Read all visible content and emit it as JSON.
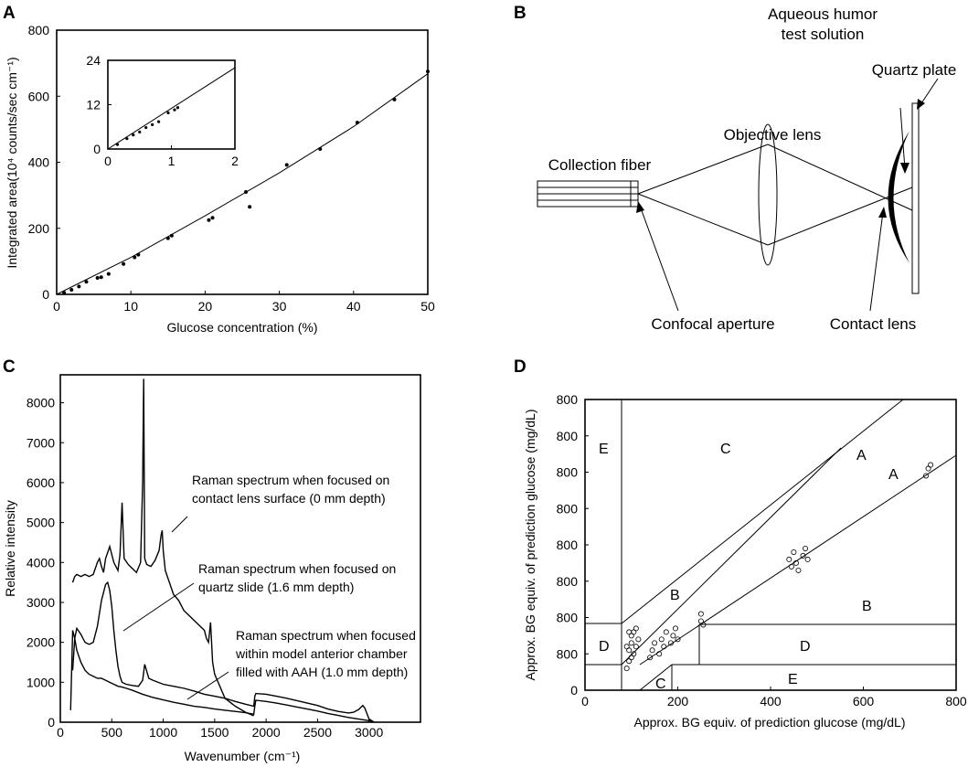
{
  "panel_letters": {
    "a": "A",
    "b": "B",
    "c": "C",
    "d": "D"
  },
  "chart_data": [
    {
      "id": "A",
      "type": "scatter",
      "xlabel": "Glucose concentration (%)",
      "ylabel": "Integrated area(10⁴ counts/sec cm⁻¹)",
      "xlim": [
        0,
        50
      ],
      "ylim": [
        0,
        800
      ],
      "xticks": [
        "0",
        "10",
        "20",
        "30",
        "40",
        "50"
      ],
      "yticks": [
        "0",
        "200",
        "400",
        "600",
        "800"
      ],
      "points": [
        [
          1,
          5
        ],
        [
          2,
          14
        ],
        [
          3,
          24
        ],
        [
          4,
          38
        ],
        [
          5.5,
          50
        ],
        [
          6,
          52
        ],
        [
          7,
          62
        ],
        [
          9,
          92
        ],
        [
          10.5,
          112
        ],
        [
          11,
          120
        ],
        [
          15,
          170
        ],
        [
          15.5,
          178
        ],
        [
          20.5,
          225
        ],
        [
          21,
          232
        ],
        [
          25.5,
          310
        ],
        [
          26,
          265
        ],
        [
          31,
          392
        ],
        [
          35.5,
          440
        ],
        [
          40.5,
          520
        ],
        [
          45.5,
          590
        ],
        [
          50,
          675
        ]
      ],
      "fit": [
        [
          0,
          0
        ],
        [
          10,
          112
        ],
        [
          20,
          238
        ],
        [
          30,
          368
        ],
        [
          40,
          508
        ],
        [
          50,
          668
        ]
      ],
      "grid": false,
      "inset": {
        "xlim": [
          0,
          2
        ],
        "ylim": [
          0,
          24
        ],
        "xticks": [
          "0",
          "1",
          "2"
        ],
        "yticks": [
          "0",
          "12",
          "24"
        ],
        "points": [
          [
            0.15,
            1.2
          ],
          [
            0.3,
            2.8
          ],
          [
            0.4,
            3.8
          ],
          [
            0.5,
            4.6
          ],
          [
            0.6,
            5.8
          ],
          [
            0.7,
            6.6
          ],
          [
            0.8,
            7.4
          ],
          [
            0.95,
            9.8
          ],
          [
            1.05,
            10.6
          ],
          [
            1.1,
            11.2
          ]
        ],
        "fit": [
          [
            0,
            0
          ],
          [
            2,
            22
          ]
        ]
      }
    },
    {
      "id": "C",
      "type": "line",
      "xlabel": "Wavenumber (cm⁻¹)",
      "ylabel": "Relative intensity",
      "xlim": [
        0,
        3500
      ],
      "ylim": [
        0,
        8700
      ],
      "xticks": [
        "0",
        "500",
        "1000",
        "1500",
        "2000",
        "2500",
        "3000"
      ],
      "yticks": [
        "0",
        "1000",
        "2000",
        "3000",
        "4000",
        "5000",
        "6000",
        "7000",
        "8000"
      ],
      "series": [
        {
          "x": [
            120,
            140,
            160,
            200,
            240,
            280,
            320,
            360,
            380,
            400,
            420,
            440,
            480,
            520,
            560,
            580,
            600,
            620,
            660,
            700,
            740,
            780,
            800,
            810,
            820,
            840,
            880,
            920,
            960,
            980,
            990,
            1000,
            1020,
            1060,
            1100,
            1150,
            1200,
            1300,
            1400,
            1420,
            1440,
            1460,
            1480,
            1500,
            1600,
            1700,
            1800,
            1880
          ],
          "y": [
            3500,
            3650,
            3700,
            3650,
            3700,
            3650,
            3700,
            4000,
            4100,
            3900,
            3750,
            4100,
            4400,
            4000,
            3800,
            4200,
            5500,
            4100,
            3950,
            3850,
            3750,
            4000,
            6000,
            8600,
            4100,
            3950,
            3900,
            4050,
            4300,
            4700,
            4800,
            4300,
            3800,
            3500,
            3200,
            3050,
            2800,
            2550,
            2300,
            2100,
            2000,
            2500,
            1500,
            1200,
            600,
            400,
            250,
            160
          ]
        },
        {
          "x": [
            120,
            140,
            160,
            200,
            240,
            280,
            320,
            360,
            400,
            440,
            460,
            480,
            500,
            520,
            540,
            560,
            580,
            600,
            640,
            700,
            760,
            800,
            820,
            860,
            900,
            1000,
            1100,
            1200,
            1300,
            1400,
            1500,
            1600,
            1700,
            1800,
            1880,
            1890,
            1900,
            2000,
            2100,
            2200,
            2300,
            2400,
            2500,
            2600,
            2700,
            2800,
            2850,
            2900,
            2940,
            2960,
            3000,
            3050
          ],
          "y": [
            1300,
            2100,
            2350,
            2200,
            2000,
            1950,
            2000,
            2400,
            3050,
            3450,
            3500,
            3300,
            2900,
            2300,
            1800,
            1400,
            1150,
            1000,
            950,
            920,
            900,
            1050,
            1450,
            1100,
            1050,
            950,
            900,
            850,
            780,
            700,
            650,
            600,
            520,
            450,
            400,
            650,
            720,
            700,
            650,
            600,
            540,
            480,
            420,
            330,
            270,
            230,
            250,
            320,
            420,
            350,
            80,
            0
          ]
        },
        {
          "x": [
            100,
            120,
            140,
            160,
            200,
            240,
            280,
            320,
            360,
            400,
            440,
            480,
            520,
            560,
            600,
            640,
            700,
            800,
            900,
            1000,
            1100,
            1200,
            1300,
            1400,
            1500,
            1600,
            1700,
            1800,
            1880,
            1890,
            1900,
            2000,
            2100,
            2200,
            2300,
            2400,
            2500,
            2600,
            2700,
            2800,
            2900,
            3000,
            3050
          ],
          "y": [
            300,
            2300,
            2100,
            1800,
            1500,
            1300,
            1200,
            1150,
            1100,
            1100,
            1050,
            1000,
            950,
            900,
            880,
            850,
            800,
            700,
            620,
            560,
            500,
            450,
            400,
            370,
            330,
            300,
            270,
            240,
            200,
            400,
            550,
            520,
            480,
            430,
            380,
            330,
            280,
            220,
            170,
            120,
            80,
            40,
            0
          ]
        }
      ],
      "annotations": [
        "Raman spectrum when focused on contact lens surface (0 mm depth)",
        "Raman spectrum when focused on quartz slide (1.6 mm depth)",
        "Raman spectrum when focused within model anterior chamber filled with AAH (1.0 mm depth)"
      ]
    },
    {
      "id": "D",
      "type": "scatter",
      "xlabel": "Approx. BG equiv. of prediction glucose (mg/dL)",
      "ylabel": "Approx. BG equiv. of prediction glucose (mg/dL)",
      "xlim": [
        0,
        800
      ],
      "ylim": [
        0,
        800
      ],
      "xticks": [
        "0",
        "200",
        "400",
        "600",
        "800"
      ],
      "yticks": [
        "0",
        "800",
        "800",
        "800",
        "800",
        "800",
        "800",
        "800",
        "800"
      ],
      "zones": [
        "A",
        "A",
        "B",
        "B",
        "C",
        "C",
        "D",
        "D",
        "E",
        "E"
      ],
      "points": [
        [
          90,
          60
        ],
        [
          95,
          80
        ],
        [
          95,
          110
        ],
        [
          100,
          130
        ],
        [
          100,
          150
        ],
        [
          105,
          100
        ],
        [
          110,
          170
        ],
        [
          115,
          140
        ],
        [
          90,
          120
        ],
        [
          95,
          160
        ],
        [
          100,
          90
        ],
        [
          105,
          160
        ],
        [
          110,
          120
        ],
        [
          140,
          90
        ],
        [
          145,
          110
        ],
        [
          150,
          130
        ],
        [
          160,
          100
        ],
        [
          165,
          140
        ],
        [
          170,
          120
        ],
        [
          175,
          160
        ],
        [
          185,
          130
        ],
        [
          190,
          150
        ],
        [
          195,
          170
        ],
        [
          200,
          140
        ],
        [
          250,
          190
        ],
        [
          250,
          210
        ],
        [
          255,
          180
        ],
        [
          440,
          360
        ],
        [
          445,
          340
        ],
        [
          450,
          380
        ],
        [
          455,
          350
        ],
        [
          460,
          330
        ],
        [
          470,
          370
        ],
        [
          475,
          390
        ],
        [
          480,
          360
        ],
        [
          735,
          590
        ],
        [
          740,
          610
        ],
        [
          745,
          620
        ]
      ]
    }
  ],
  "diagram": {
    "labels": {
      "aqueous_line1": "Aqueous humor",
      "aqueous_line2": "test solution",
      "quartz_plate": "Quartz plate",
      "objective_lens": "Objective lens",
      "collection_fiber": "Collection fiber",
      "confocal_aperture": "Confocal aperture",
      "contact_lens": "Contact lens"
    }
  }
}
